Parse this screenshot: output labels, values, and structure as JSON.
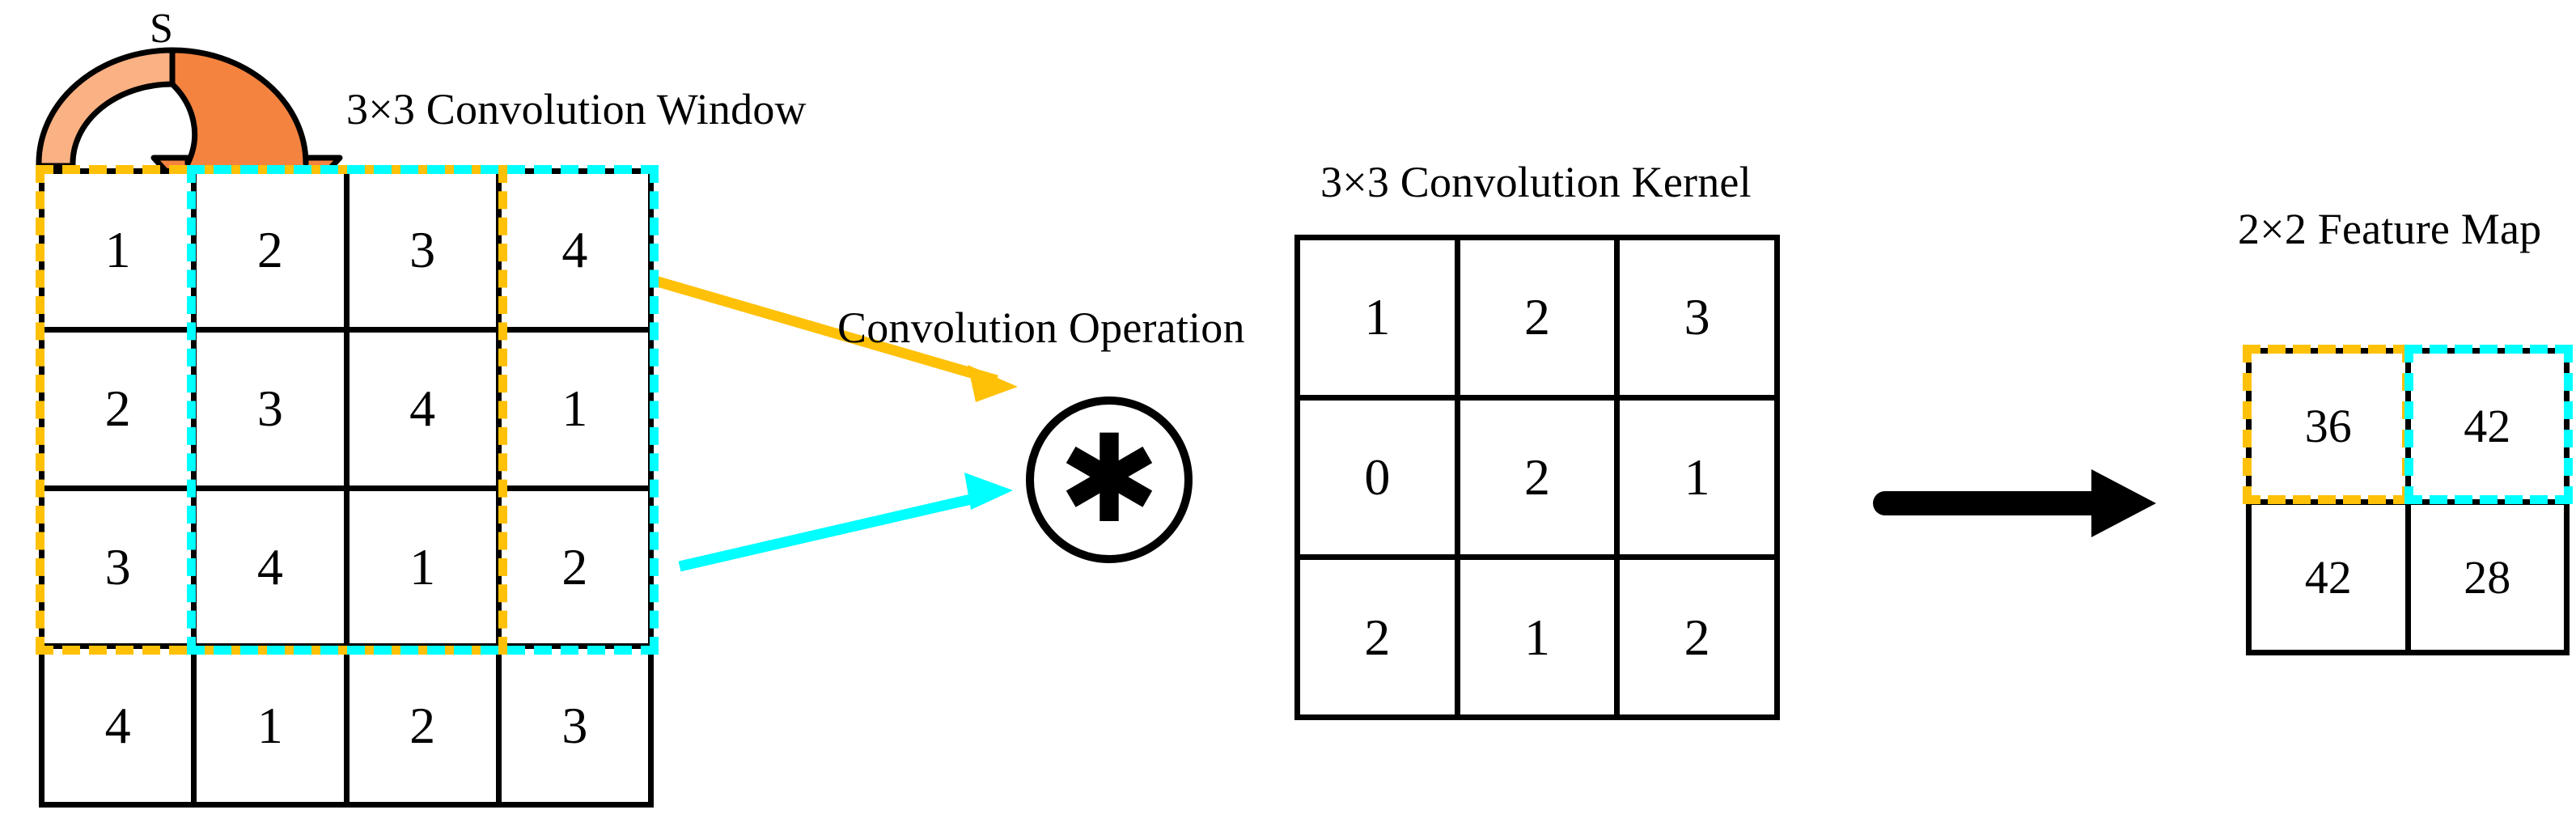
{
  "diagram": {
    "title_window": "3×3 Convolution Window",
    "title_kernel": "3×3 Convolution Kernel",
    "title_feature_map": "2×2 Feature Map",
    "label_operation": "Convolution Operation",
    "label_stride": "S",
    "operator_symbol": "✱"
  },
  "colors": {
    "highlight_gold": "#FFC107",
    "highlight_cyan": "#00FFFF",
    "arrow_orange_light": "#FAB183",
    "arrow_orange_dark": "#F4833F",
    "stroke_black": "#000000",
    "background": "#FFFFFF"
  },
  "chart_data": {
    "type": "table",
    "title": "Convolution Operation Diagram",
    "input_matrix": {
      "label": "3×3 Convolution Window",
      "rows": 4,
      "cols": 4,
      "values": [
        [
          1,
          2,
          3,
          4
        ],
        [
          2,
          3,
          4,
          1
        ],
        [
          3,
          4,
          1,
          2
        ],
        [
          4,
          1,
          2,
          3
        ]
      ],
      "highlight_windows": [
        {
          "color": "#FFC107",
          "rows": [
            0,
            2
          ],
          "cols": [
            0,
            2
          ]
        },
        {
          "color": "#00FFFF",
          "rows": [
            0,
            2
          ],
          "cols": [
            1,
            3
          ]
        }
      ]
    },
    "kernel": {
      "label": "3×3 Convolution Kernel",
      "rows": 3,
      "cols": 3,
      "values": [
        [
          1,
          2,
          3
        ],
        [
          0,
          2,
          1
        ],
        [
          2,
          1,
          2
        ]
      ]
    },
    "feature_map": {
      "label": "2×2 Feature Map",
      "rows": 2,
      "cols": 2,
      "values": [
        [
          36,
          42
        ],
        [
          42,
          28
        ]
      ],
      "highlight_cells": [
        {
          "color": "#FFC107",
          "row": 0,
          "col": 0,
          "value": 36
        },
        {
          "color": "#00FFFF",
          "row": 0,
          "col": 1,
          "value": 42
        }
      ]
    },
    "stride": "S",
    "annotations": [
      "Convolution Operation",
      "S"
    ]
  },
  "input_matrix_flat": [
    "1",
    "2",
    "3",
    "4",
    "2",
    "3",
    "4",
    "1",
    "3",
    "4",
    "1",
    "2",
    "4",
    "1",
    "2",
    "3"
  ],
  "kernel_flat": [
    "1",
    "2",
    "3",
    "0",
    "2",
    "1",
    "2",
    "1",
    "2"
  ],
  "feature_flat": [
    "36",
    "42",
    "42",
    "28"
  ]
}
